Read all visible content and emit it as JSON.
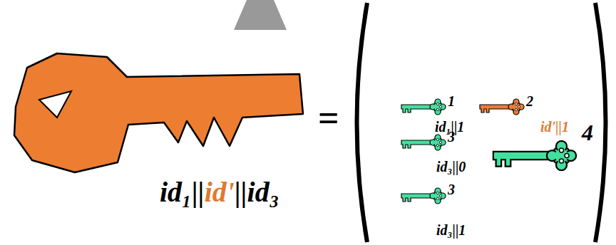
{
  "diagram": {
    "labels": [
      "id₁||",
      "id'",
      "||id₃",
      "=",
      "1",
      "id₁||1",
      "2",
      "id'||1",
      "3",
      "id₃||0",
      "4",
      "3",
      "id₃||1"
    ]
  }
}
